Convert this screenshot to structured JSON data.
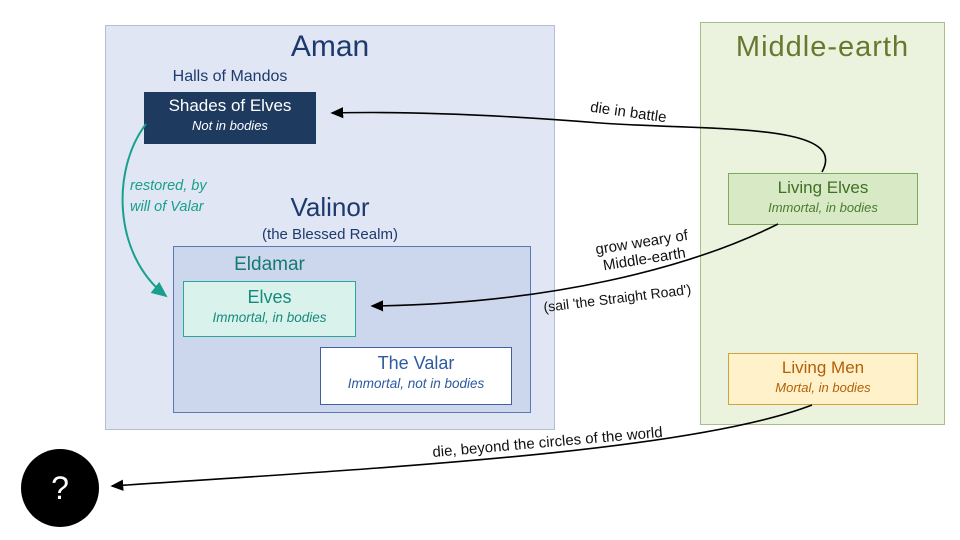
{
  "aman": {
    "title": "Aman",
    "halls_label": "Halls of Mandos",
    "shades": {
      "title": "Shades of Elves",
      "subtitle": "Not in bodies"
    },
    "valinor": {
      "title": "Valinor",
      "subtitle": "(the Blessed Realm)"
    },
    "eldamar": {
      "title": "Eldamar",
      "elves": {
        "title": "Elves",
        "subtitle": "Immortal, in bodies"
      },
      "valar": {
        "title": "The Valar",
        "subtitle": "Immortal, not in bodies"
      }
    }
  },
  "middle_earth": {
    "title": "Middle-earth",
    "living_elves": {
      "title": "Living Elves",
      "subtitle": "Immortal, in bodies"
    },
    "living_men": {
      "title": "Living Men",
      "subtitle": "Mortal, in bodies"
    }
  },
  "unknown": {
    "label": "?"
  },
  "arrows": {
    "die_in_battle": "die in battle",
    "grow_weary_line1": "grow weary of",
    "grow_weary_line2": "Middle-earth",
    "sail": "(sail 'the Straight Road')",
    "die_beyond": "die, beyond the circles of the world",
    "restored_line1": "restored, by",
    "restored_line2": "will of Valar"
  },
  "colors": {
    "aman_bg": "#e0e6f3",
    "shades_bg": "#1e3a5f",
    "eldamar_bg": "#ccd7ed",
    "elves_bg": "#d9f3ec",
    "teal_accent": "#17a08c",
    "middle_earth_bg": "#ebf3df",
    "living_elves_bg": "#d8e9c6",
    "living_men_bg": "#fff2cb",
    "men_text": "#b45f06",
    "navy_text": "#1d3a6e",
    "green_text": "#3f7023",
    "olive_title": "#68792f",
    "arrow_black": "#000000"
  }
}
